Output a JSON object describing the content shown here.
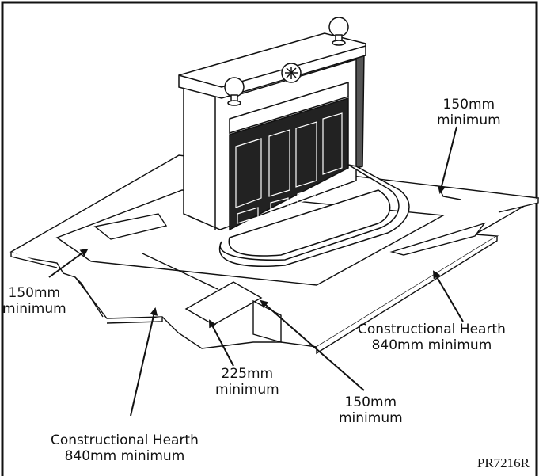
{
  "labels": {
    "top_right": {
      "line1": "150mm",
      "line2": "minimum"
    },
    "left": {
      "line1": "150mm",
      "line2": "minimum"
    },
    "right_hearth": {
      "line1": "Constructional Hearth",
      "line2": "840mm minimum"
    },
    "center": {
      "line1": "225mm",
      "line2": "minimum"
    },
    "center_right": {
      "line1": "150mm",
      "line2": "minimum"
    },
    "bottom_hearth": {
      "line1": "Constructional Hearth",
      "line2": "840mm minimum"
    }
  },
  "reference_code": "PR7216R"
}
